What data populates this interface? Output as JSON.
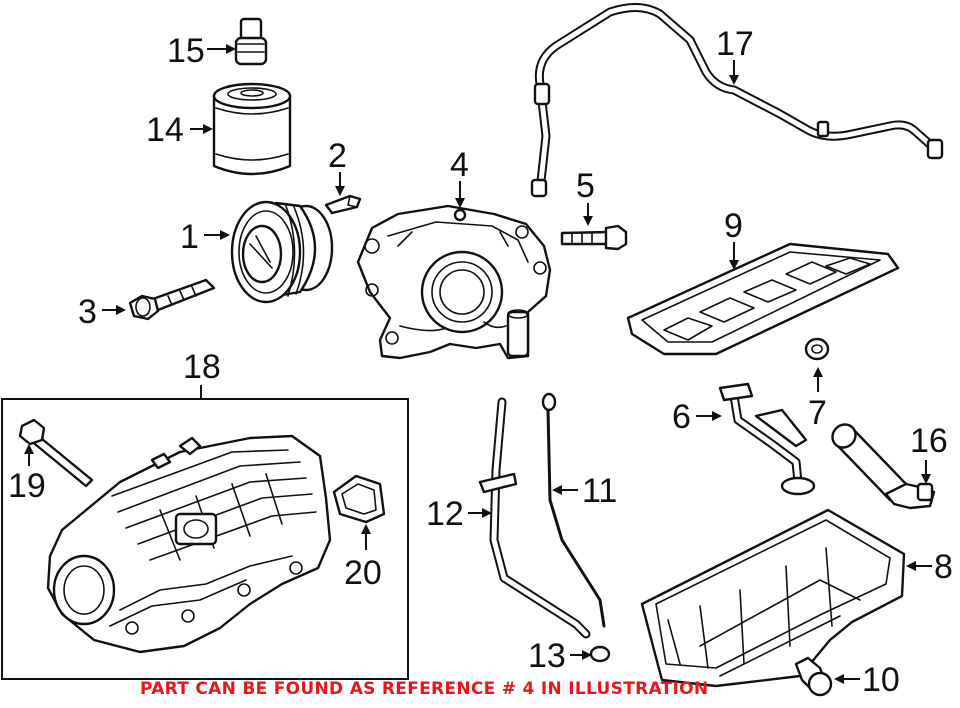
{
  "callouts": {
    "c1": "1",
    "c2": "2",
    "c3": "3",
    "c4": "4",
    "c5": "5",
    "c6": "6",
    "c7": "7",
    "c8": "8",
    "c9": "9",
    "c10": "10",
    "c11": "11",
    "c12": "12",
    "c13": "13",
    "c14": "14",
    "c15": "15",
    "c16": "16",
    "c17": "17",
    "c18": "18",
    "c19": "19",
    "c20": "20"
  },
  "notice": "PART CAN BE FOUND AS REFERENCE # 4 IN ILLUSTRATION",
  "colors": {
    "notice": "#e8161b",
    "line": "#111111"
  }
}
